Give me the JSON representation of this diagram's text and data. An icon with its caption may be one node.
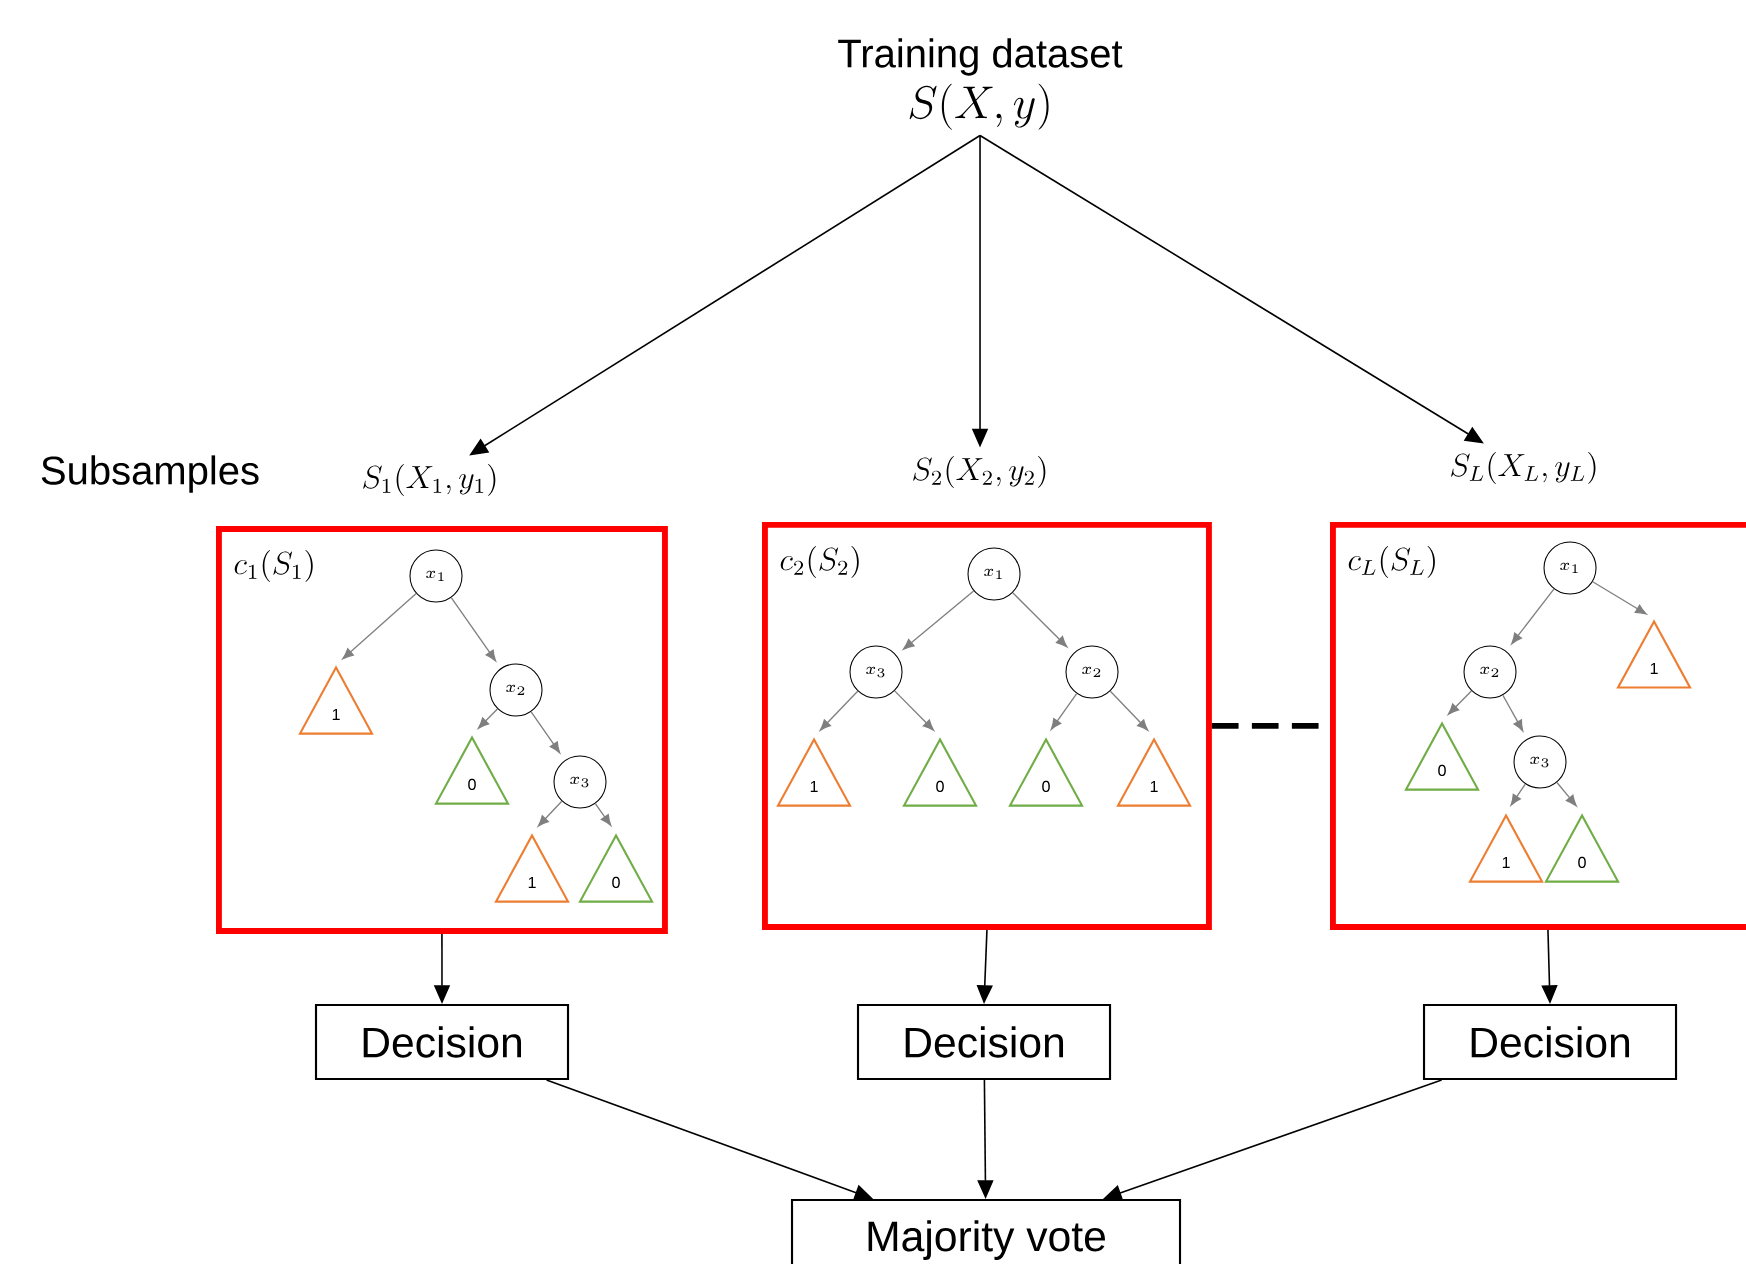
{
  "diagram": {
    "nodes": [
      {
        "text": [
          "Training dataset",
          "S(X, y)"
        ]
      },
      {
        "text": [
          "S_1(X_1, y_1)"
        ]
      },
      {
        "text": [
          "S_2(X_2, y_2)"
        ]
      },
      {
        "text": [
          "S_L(X_L, y_L)"
        ]
      },
      {
        "text": [
          "c_1(S_1)"
        ]
      },
      {
        "text": [
          "x_1"
        ],
        "in": 4
      },
      {
        "text": [
          "1"
        ],
        "in": 4
      },
      {
        "text": [
          "x_2"
        ],
        "in": 4
      },
      {
        "text": [
          "0"
        ],
        "in": 4
      },
      {
        "text": [
          "x_3"
        ],
        "in": 4
      },
      {
        "text": [
          "1"
        ],
        "in": 4
      },
      {
        "text": [
          "0"
        ],
        "in": 4
      },
      {
        "text": [
          "c_2(S_2)"
        ]
      },
      {
        "text": [
          "x_1"
        ],
        "in": 12
      },
      {
        "text": [
          "x_3"
        ],
        "in": 12
      },
      {
        "text": [
          "x_2"
        ],
        "in": 12
      },
      {
        "text": [
          "1"
        ],
        "in": 12
      },
      {
        "text": [
          "0"
        ],
        "in": 12
      },
      {
        "text": [
          "0"
        ],
        "in": 12
      },
      {
        "text": [
          "1"
        ],
        "in": 12
      },
      {
        "text": [
          "c_L(S_L)"
        ]
      },
      {
        "text": [
          "x_1"
        ],
        "in": 20
      },
      {
        "text": [
          "x_2"
        ],
        "in": 20
      },
      {
        "text": [
          "1"
        ],
        "in": 20
      },
      {
        "text": [
          "0"
        ],
        "in": 20
      },
      {
        "text": [
          "x_3"
        ],
        "in": 20
      },
      {
        "text": [
          "1"
        ],
        "in": 20
      },
      {
        "text": [
          "0"
        ],
        "in": 20
      },
      {
        "text": [
          "Decision"
        ]
      },
      {
        "text": [
          "Decision"
        ]
      },
      {
        "text": [
          "Decision"
        ]
      },
      {
        "text": [
          "Majority vote"
        ]
      }
    ],
    "edges": [
      {
        "from": 0,
        "to": 1,
        "arrow": "to",
        "color": "#000000"
      },
      {
        "from": 0,
        "to": 2,
        "arrow": "to",
        "color": "#000000"
      },
      {
        "from": 0,
        "to": 3,
        "arrow": "to",
        "color": "#000000"
      },
      {
        "from": 5,
        "to": 6,
        "arrow": "to"
      },
      {
        "from": 5,
        "to": 7,
        "arrow": "to"
      },
      {
        "from": 7,
        "to": 8,
        "arrow": "to"
      },
      {
        "from": 7,
        "to": 9,
        "arrow": "to"
      },
      {
        "from": 9,
        "to": 10,
        "arrow": "to"
      },
      {
        "from": 9,
        "to": 11,
        "arrow": "to"
      },
      {
        "from": 13,
        "to": 14,
        "arrow": "to"
      },
      {
        "from": 13,
        "to": 15,
        "arrow": "to"
      },
      {
        "from": 14,
        "to": 16,
        "arrow": "to"
      },
      {
        "from": 14,
        "to": 17,
        "arrow": "to"
      },
      {
        "from": 15,
        "to": 18,
        "arrow": "to"
      },
      {
        "from": 15,
        "to": 19,
        "arrow": "to"
      },
      {
        "from": 21,
        "to": 22,
        "arrow": "to"
      },
      {
        "from": 21,
        "to": 23,
        "arrow": "to"
      },
      {
        "from": 22,
        "to": 24,
        "arrow": "to"
      },
      {
        "from": 22,
        "to": 25,
        "arrow": "to"
      },
      {
        "from": 25,
        "to": 26,
        "arrow": "to"
      },
      {
        "from": 25,
        "to": 27,
        "arrow": "to"
      },
      {
        "from": 12,
        "to": 20,
        "arrow": "none",
        "style": "dashed",
        "color": "#000000"
      },
      {
        "from": 4,
        "to": 28,
        "arrow": "to",
        "color": "#000000"
      },
      {
        "from": 12,
        "to": 29,
        "arrow": "to",
        "color": "#000000"
      },
      {
        "from": 20,
        "to": 30,
        "arrow": "to",
        "color": "#000000"
      },
      {
        "from": 28,
        "to": 31,
        "arrow": "to",
        "color": "#000000"
      },
      {
        "from": 29,
        "to": 31,
        "arrow": "to",
        "color": "#000000"
      },
      {
        "from": 30,
        "to": 31,
        "arrow": "to",
        "color": "#000000"
      }
    ],
    "labels": [
      "Subsamples"
    ]
  }
}
